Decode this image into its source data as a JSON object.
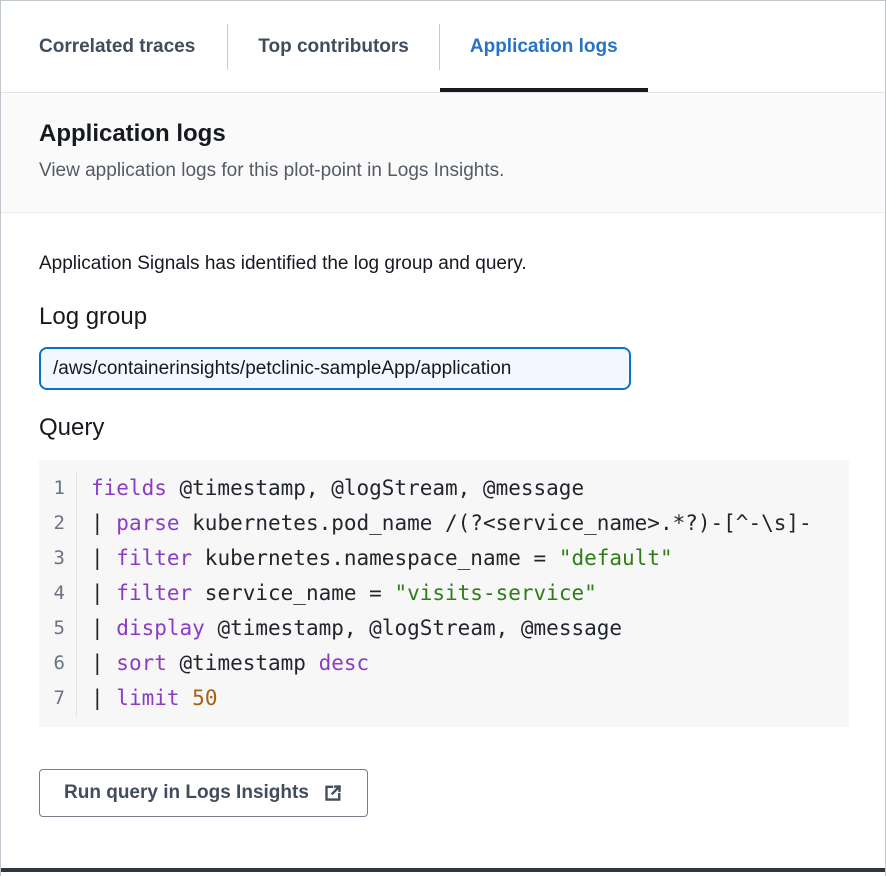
{
  "tabs": [
    {
      "label": "Correlated traces",
      "active": false
    },
    {
      "label": "Top contributors",
      "active": false
    },
    {
      "label": "Application logs",
      "active": true
    }
  ],
  "header": {
    "title": "Application logs",
    "subtitle": "View application logs for this plot-point in Logs Insights."
  },
  "content": {
    "intro": "Application Signals has identified the log group and query.",
    "log_group_label": "Log group",
    "log_group_value": "/aws/containerinsights/petclinic-sampleApp/application",
    "query_label": "Query"
  },
  "query": {
    "lines": [
      [
        {
          "t": "kw",
          "v": "fields"
        },
        {
          "t": "p",
          "v": " @timestamp, @logStream, @message"
        }
      ],
      [
        {
          "t": "p",
          "v": "| "
        },
        {
          "t": "kw",
          "v": "parse"
        },
        {
          "t": "p",
          "v": " kubernetes.pod_name /(?<service_name>.*?)-[^-\\s]-"
        }
      ],
      [
        {
          "t": "p",
          "v": "| "
        },
        {
          "t": "kw",
          "v": "filter"
        },
        {
          "t": "p",
          "v": " kubernetes.namespace_name = "
        },
        {
          "t": "str",
          "v": "\"default\""
        }
      ],
      [
        {
          "t": "p",
          "v": "| "
        },
        {
          "t": "kw",
          "v": "filter"
        },
        {
          "t": "p",
          "v": " service_name = "
        },
        {
          "t": "str",
          "v": "\"visits-service\""
        }
      ],
      [
        {
          "t": "p",
          "v": "| "
        },
        {
          "t": "kw",
          "v": "display"
        },
        {
          "t": "p",
          "v": " @timestamp, @logStream, @message"
        }
      ],
      [
        {
          "t": "p",
          "v": "| "
        },
        {
          "t": "kw",
          "v": "sort"
        },
        {
          "t": "p",
          "v": " @timestamp "
        },
        {
          "t": "kw",
          "v": "desc"
        }
      ],
      [
        {
          "t": "p",
          "v": "| "
        },
        {
          "t": "kw",
          "v": "limit"
        },
        {
          "t": "p",
          "v": " "
        },
        {
          "t": "num",
          "v": "50"
        }
      ]
    ]
  },
  "actions": {
    "run_query_label": "Run query in Logs Insights",
    "run_query_icon": "external-link-icon"
  },
  "colors": {
    "active_tab_text": "#2873c3",
    "inactive_tab_text": "#414d5c",
    "active_tab_underline": "#16191f",
    "header_background": "#fafafa",
    "input_border": "#0a72c9",
    "input_background": "#f1f8ff",
    "code_background": "#f7f7f8",
    "keyword": "#8c3cc3",
    "string": "#2e7d16",
    "number": "#a86216",
    "bottom_edge": "#30363e"
  }
}
